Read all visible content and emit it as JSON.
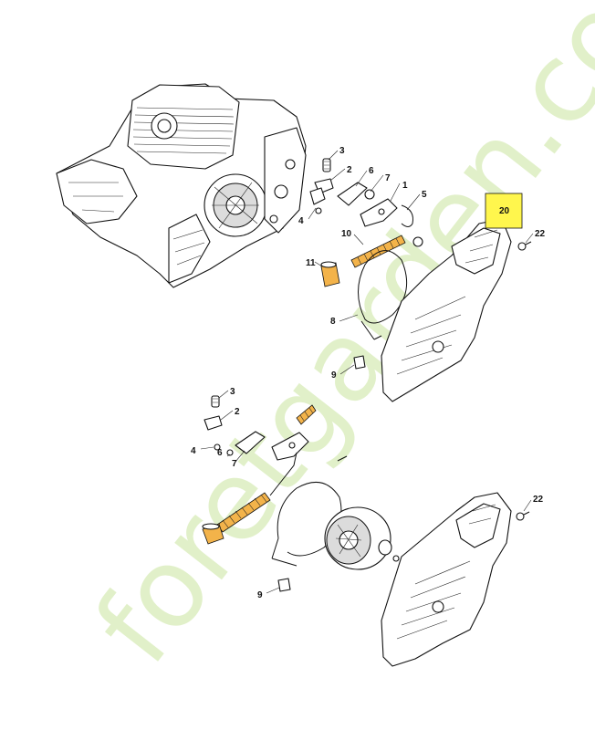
{
  "watermark": "foretgarden.com",
  "callouts_top": [
    {
      "id": "t3",
      "label": "3"
    },
    {
      "id": "t2",
      "label": "2"
    },
    {
      "id": "t6",
      "label": "6"
    },
    {
      "id": "t7",
      "label": "7"
    },
    {
      "id": "t1",
      "label": "1"
    },
    {
      "id": "t5",
      "label": "5"
    },
    {
      "id": "t4",
      "label": "4"
    },
    {
      "id": "t10",
      "label": "10"
    },
    {
      "id": "t11",
      "label": "11"
    },
    {
      "id": "t8",
      "label": "8"
    },
    {
      "id": "t9",
      "label": "9"
    },
    {
      "id": "t20",
      "label": "20"
    },
    {
      "id": "t22",
      "label": "22"
    }
  ],
  "callouts_bottom": [
    {
      "id": "b3",
      "label": "3"
    },
    {
      "id": "b2",
      "label": "2"
    },
    {
      "id": "b4",
      "label": "4"
    },
    {
      "id": "b6",
      "label": "6"
    },
    {
      "id": "b7",
      "label": "7"
    },
    {
      "id": "b22",
      "label": "22"
    },
    {
      "id": "b9",
      "label": "9"
    }
  ],
  "highlight_color": "#fff64d",
  "spring_color": "#f3b34a"
}
